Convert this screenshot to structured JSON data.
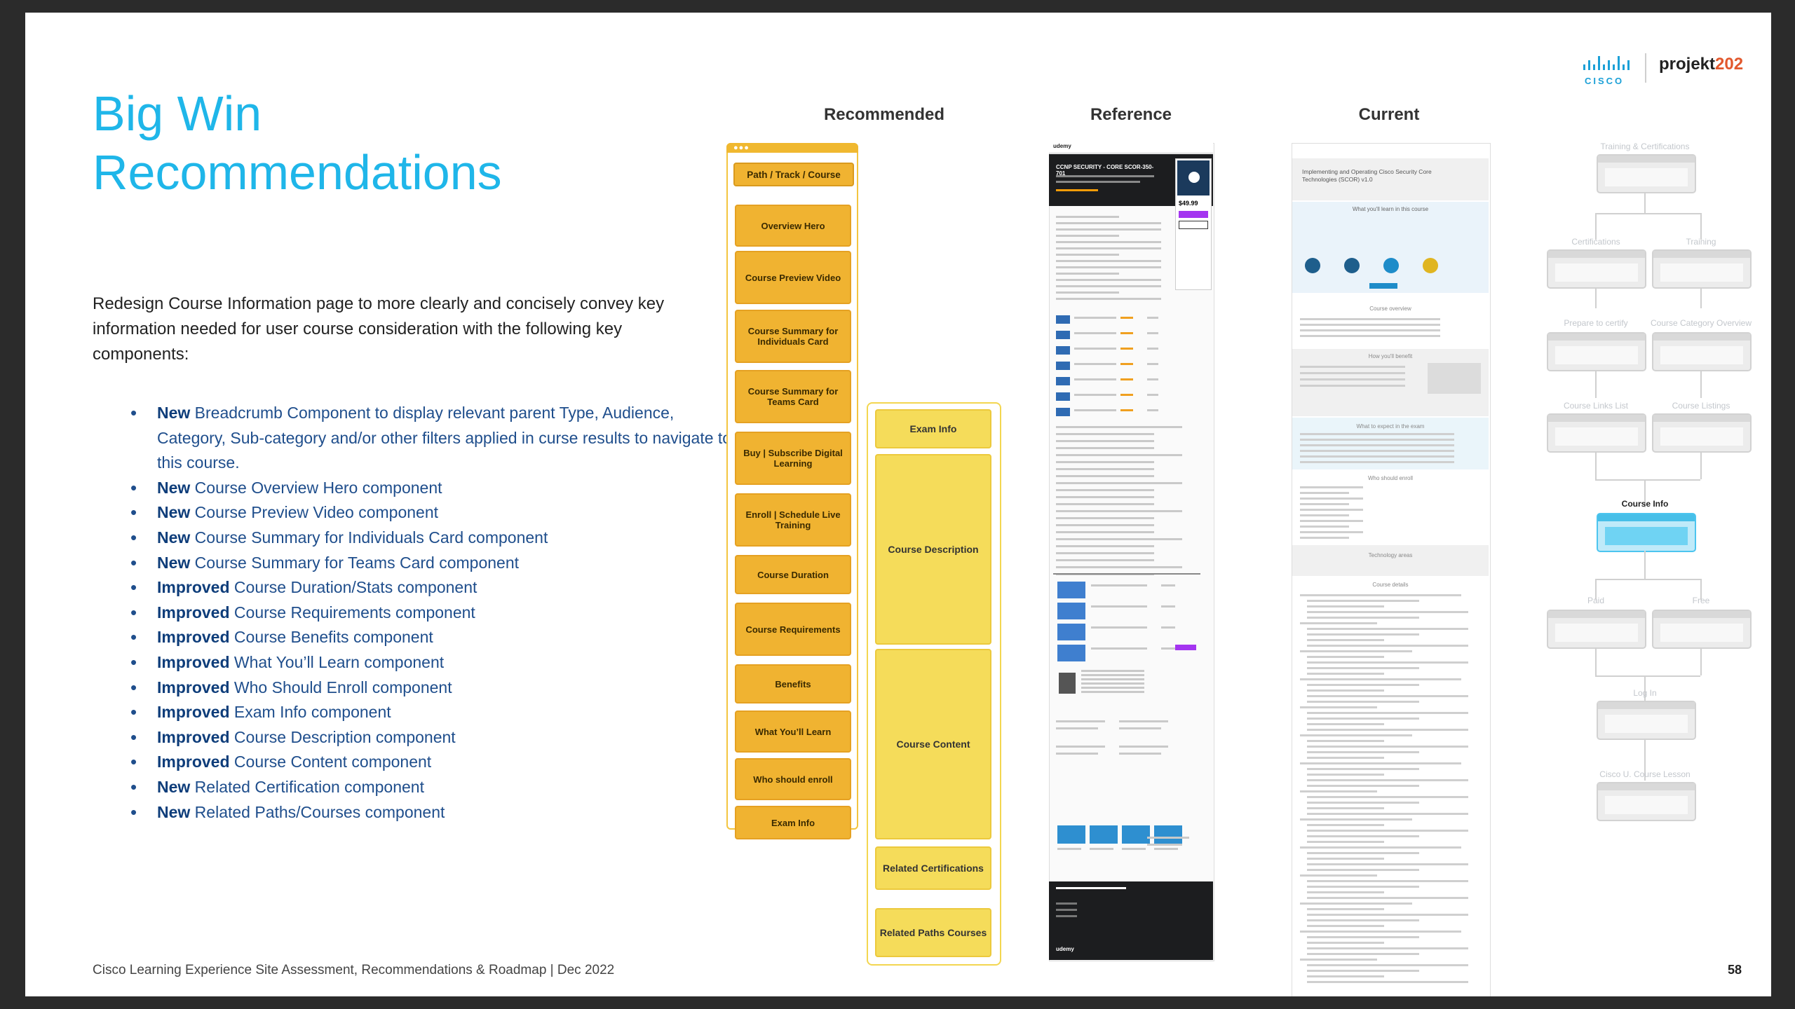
{
  "title_line1": "Big Win",
  "title_line2": "Recommendations",
  "intro": "Redesign Course Information page to more clearly and concisely convey key information needed for user course consideration with the following key components:",
  "bullets": [
    {
      "tag": "New",
      "text": " Breadcrumb Component to display relevant parent Type, Audience, Category, Sub-category and/or other filters applied in curse results to navigate to this course."
    },
    {
      "tag": "New",
      "text": " Course Overview Hero component"
    },
    {
      "tag": "New",
      "text": " Course Preview Video component"
    },
    {
      "tag": "New",
      "text": " Course Summary for Individuals Card component"
    },
    {
      "tag": "New",
      "text": " Course Summary for Teams Card component"
    },
    {
      "tag": "Improved",
      "text": " Course Duration/Stats component"
    },
    {
      "tag": "Improved",
      "text": " Course Requirements component"
    },
    {
      "tag": "Improved",
      "text": " Course Benefits component"
    },
    {
      "tag": "Improved",
      "text": " What You’ll Learn component"
    },
    {
      "tag": "Improved",
      "text": " Who Should Enroll component"
    },
    {
      "tag": "Improved",
      "text": " Exam Info component"
    },
    {
      "tag": "Improved",
      "text": " Course Description component"
    },
    {
      "tag": "Improved",
      "text": " Course Content component"
    },
    {
      "tag": "New",
      "text": " Related Certification component"
    },
    {
      "tag": "New",
      "text": " Related Paths/Courses component"
    }
  ],
  "col_heads": {
    "recommended": "Recommended",
    "reference": "Reference",
    "current": "Current"
  },
  "rec_path": "Path / Track / Course",
  "rec_left": [
    "Overview Hero",
    "Course Preview Video",
    "Course Summary for Individuals Card",
    "Course Summary for Teams Card",
    "Buy | Subscribe Digital Learning",
    "Enroll | Schedule Live Training",
    "Course Duration",
    "Course Requirements",
    "Benefits",
    "What You’ll Learn",
    "Who should enroll",
    "Exam Info"
  ],
  "rec_right": [
    "Exam Info",
    "Course Description",
    "Course Content",
    "Related Certifications",
    "Related Paths Courses"
  ],
  "ref_texts": {
    "hero_title": "CCNP SECURITY - CORE SCOR-350-701",
    "price": "$49.99",
    "brand": "udemy"
  },
  "cur_texts": {
    "course_title": "Implementing and Operating Cisco Security Core Technologies (SCOR) v1.0",
    "learn_head": "What you'll learn in this course",
    "overview": "Course overview",
    "benefit": "How you'll benefit",
    "expect": "What to expect in the exam",
    "who": "Who should enroll",
    "tech": "Technology areas",
    "details": "Course details"
  },
  "flow_labels": {
    "top": "Training & Certifications",
    "cert": "Certifications",
    "train": "Training",
    "prep": "Prepare to certify",
    "catov": "Course Category Overview",
    "links": "Course Links List",
    "listings": "Course Listings",
    "info": "Course Info",
    "paid": "Paid",
    "free": "Free",
    "login": "Log In",
    "lesson": "Cisco U. Course Lesson"
  },
  "logo_cisco": "CISCO",
  "logo_projekt": "projekt",
  "logo_projekt_num": "202",
  "footer": "Cisco Learning Experience Site Assessment, Recommendations & Roadmap   |  Dec  2022",
  "page_number": "58",
  "colors": {
    "title": "#1fb6e9",
    "bullet": "#1f4e8c",
    "rec_orange": "#f0b331",
    "rec_yellow": "#f5dc5a",
    "highlight": "#4cc5ef"
  }
}
